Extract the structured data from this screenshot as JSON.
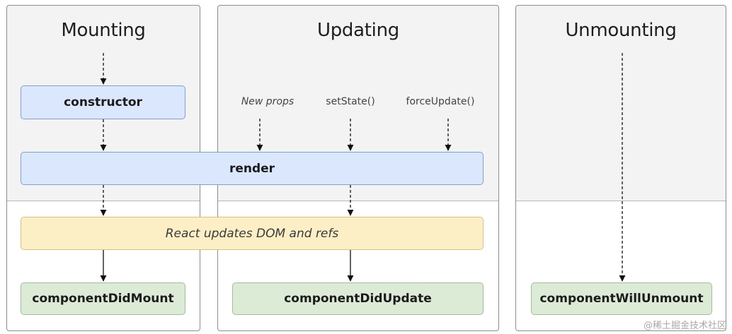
{
  "columns": {
    "mounting": "Mounting",
    "updating": "Updating",
    "unmounting": "Unmounting"
  },
  "triggers": {
    "new_props": "New props",
    "set_state": "setState()",
    "force_update": "forceUpdate()"
  },
  "boxes": {
    "constructor": "constructor",
    "render": "render",
    "react_updates": "React updates DOM and refs",
    "component_did_mount": "componentDidMount",
    "component_did_update": "componentDidUpdate",
    "component_will_unmount": "componentWillUnmount"
  },
  "watermark": "@稀土掘金技术社区",
  "colors": {
    "blue_box": "#dbe7fd",
    "yellow_box": "#fcefc6",
    "green_box": "#dcebd6",
    "upper_phase_bg": "#f3f3f3"
  }
}
